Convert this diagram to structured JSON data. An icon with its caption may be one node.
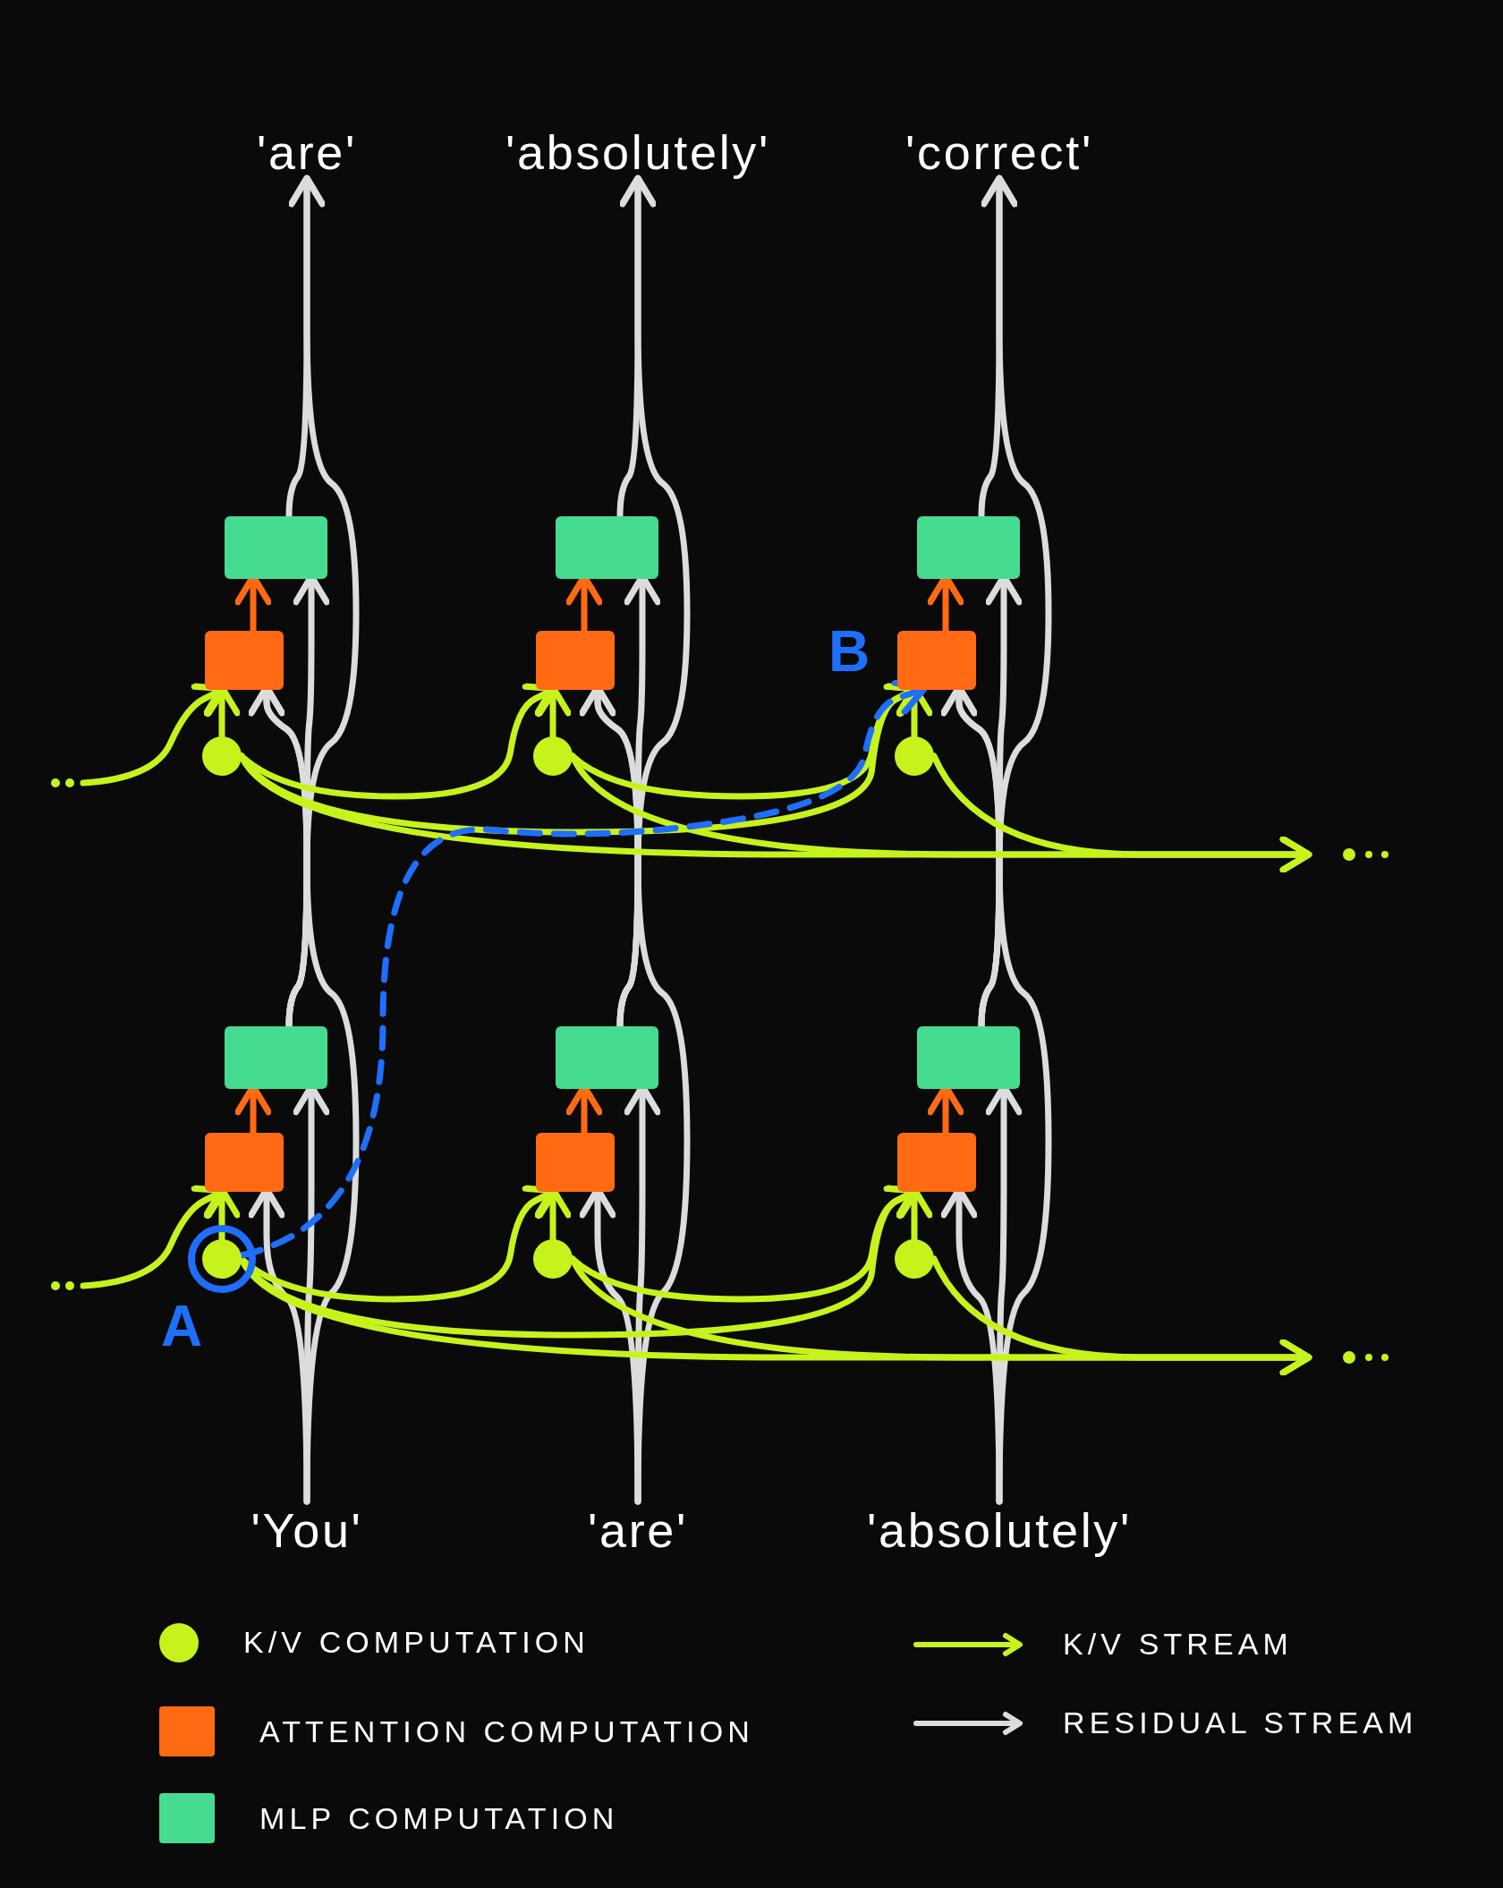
{
  "diagram": {
    "nodes": [
      {
        "text": [
          "'You'"
        ]
      },
      {
        "text": [
          "'are'"
        ]
      },
      {
        "text": [
          "'absolutely'"
        ]
      },
      {
        "text": [
          "'are'"
        ]
      },
      {
        "text": [
          "'absolutely'"
        ]
      },
      {
        "text": [
          "'correct'"
        ]
      },
      {
        "text": [],
        "shape": "circle"
      },
      {
        "text": [],
        "shape": "box"
      },
      {
        "text": [],
        "shape": "box"
      },
      {
        "text": [],
        "shape": "circle"
      },
      {
        "text": [],
        "shape": "box"
      },
      {
        "text": [],
        "shape": "box"
      },
      {
        "text": [],
        "shape": "circle"
      },
      {
        "text": [],
        "shape": "box"
      },
      {
        "text": [],
        "shape": "box"
      },
      {
        "text": [],
        "shape": "circle"
      },
      {
        "text": [],
        "shape": "box"
      },
      {
        "text": [],
        "shape": "box"
      },
      {
        "text": [],
        "shape": "circle"
      },
      {
        "text": [],
        "shape": "box"
      },
      {
        "text": [],
        "shape": "box"
      },
      {
        "text": [],
        "shape": "circle"
      },
      {
        "text": [],
        "shape": "box"
      },
      {
        "text": [],
        "shape": "box"
      }
    ],
    "edges": [
      {
        "from": 0,
        "to": 7,
        "arrow": "to"
      },
      {
        "from": 0,
        "to": 8,
        "arrow": "to"
      },
      {
        "from": 7,
        "to": 8,
        "arrow": "to",
        "color": "#ff6a13"
      },
      {
        "from": 0,
        "to": 16,
        "arrow": "to"
      },
      {
        "from": 8,
        "to": 16,
        "arrow": "to"
      },
      {
        "from": 8,
        "to": 17,
        "arrow": "to"
      },
      {
        "from": 16,
        "to": 17,
        "arrow": "to",
        "color": "#ff6a13"
      },
      {
        "from": 8,
        "to": 3,
        "arrow": "to"
      },
      {
        "from": 17,
        "to": 3,
        "arrow": "to"
      },
      {
        "from": 1,
        "to": 10,
        "arrow": "to"
      },
      {
        "from": 1,
        "to": 11,
        "arrow": "to"
      },
      {
        "from": 10,
        "to": 11,
        "arrow": "to",
        "color": "#ff6a13"
      },
      {
        "from": 1,
        "to": 19,
        "arrow": "to"
      },
      {
        "from": 11,
        "to": 19,
        "arrow": "to"
      },
      {
        "from": 11,
        "to": 20,
        "arrow": "to"
      },
      {
        "from": 19,
        "to": 20,
        "arrow": "to",
        "color": "#ff6a13"
      },
      {
        "from": 11,
        "to": 4,
        "arrow": "to"
      },
      {
        "from": 20,
        "to": 4,
        "arrow": "to"
      },
      {
        "from": 2,
        "to": 13,
        "arrow": "to"
      },
      {
        "from": 2,
        "to": 14,
        "arrow": "to"
      },
      {
        "from": 13,
        "to": 14,
        "arrow": "to",
        "color": "#ff6a13"
      },
      {
        "from": 2,
        "to": 22,
        "arrow": "to"
      },
      {
        "from": 14,
        "to": 22,
        "arrow": "to"
      },
      {
        "from": 14,
        "to": 23,
        "arrow": "to"
      },
      {
        "from": 22,
        "to": 23,
        "arrow": "to",
        "color": "#ff6a13"
      },
      {
        "from": 14,
        "to": 5,
        "arrow": "to"
      },
      {
        "from": 23,
        "to": 5,
        "arrow": "to"
      },
      {
        "from": null,
        "to": 7,
        "arrow": "to",
        "color": "#c6f31c"
      },
      {
        "from": 6,
        "to": 7,
        "arrow": "to",
        "color": "#c6f31c"
      },
      {
        "from": 6,
        "to": 10,
        "arrow": "to",
        "color": "#c6f31c"
      },
      {
        "from": 6,
        "to": 13,
        "arrow": "to",
        "color": "#c6f31c"
      },
      {
        "from": 9,
        "to": 10,
        "arrow": "to",
        "color": "#c6f31c"
      },
      {
        "from": 9,
        "to": 13,
        "arrow": "to",
        "color": "#c6f31c"
      },
      {
        "from": 12,
        "to": 13,
        "arrow": "to",
        "color": "#c6f31c"
      },
      {
        "from": 6,
        "to": null,
        "arrow": "to",
        "color": "#c6f31c"
      },
      {
        "from": 9,
        "to": null,
        "arrow": "to",
        "color": "#c6f31c"
      },
      {
        "from": 12,
        "to": null,
        "arrow": "to",
        "color": "#c6f31c"
      },
      {
        "from": null,
        "to": 16,
        "arrow": "to",
        "color": "#c6f31c"
      },
      {
        "from": 15,
        "to": 16,
        "arrow": "to",
        "color": "#c6f31c"
      },
      {
        "from": 15,
        "to": 19,
        "arrow": "to",
        "color": "#c6f31c"
      },
      {
        "from": 15,
        "to": 22,
        "arrow": "to",
        "color": "#c6f31c"
      },
      {
        "from": 18,
        "to": 19,
        "arrow": "to",
        "color": "#c6f31c"
      },
      {
        "from": 18,
        "to": 22,
        "arrow": "to",
        "color": "#c6f31c"
      },
      {
        "from": 21,
        "to": 22,
        "arrow": "to",
        "color": "#c6f31c"
      },
      {
        "from": 15,
        "to": null,
        "arrow": "to",
        "color": "#c6f31c"
      },
      {
        "from": 18,
        "to": null,
        "arrow": "to",
        "color": "#c6f31c"
      },
      {
        "from": 21,
        "to": null,
        "arrow": "to",
        "color": "#c6f31c"
      },
      {
        "from": 6,
        "to": 22,
        "arrow": "to",
        "style": "dashed",
        "color": "#1f6fff"
      }
    ],
    "labels": [
      "A",
      "B"
    ],
    "legend": [
      {
        "text": "K/V COMPUTATION",
        "color": "#c6f31c"
      },
      {
        "text": "ATTENTION COMPUTATION",
        "color": "#ff6a13"
      },
      {
        "text": "MLP COMPUTATION",
        "color": "#45dc91"
      },
      {
        "text": "K/V STREAM"
      },
      {
        "text": "RESIDUAL STREAM"
      }
    ]
  }
}
